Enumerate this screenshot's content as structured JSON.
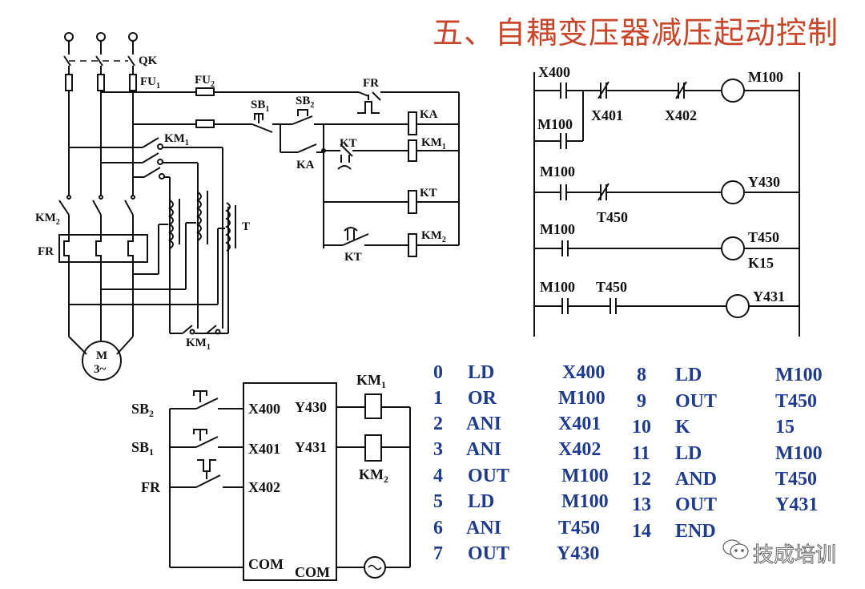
{
  "title": "五、自耦变压器减压起动控制",
  "main_circuit": {
    "labels": {
      "qk": "QK",
      "fu1": "FU",
      "fu1_sub": "1",
      "fu2": "FU",
      "fu2_sub": "2",
      "km1_top": "KM",
      "km1_top_sub": "1",
      "km2": "KM",
      "km2_sub": "2",
      "fr": "FR",
      "t": "T",
      "km1_bottom": "KM",
      "km1_bottom_sub": "1",
      "motor_m": "M",
      "motor_phase": "3~"
    }
  },
  "control_circuit": {
    "labels": {
      "sb1": "SB",
      "sb1_sub": "1",
      "sb2": "SB",
      "sb2_sub": "2",
      "fr": "FR",
      "ka_coil": "KA",
      "km1_coil": "KM",
      "km1_coil_sub": "1",
      "kt_contact_upper": "KT",
      "ka_contact": "KA",
      "kt_coil": "KT",
      "km2_coil": "KM",
      "km2_coil_sub": "2",
      "kt_contact_lower": "KT"
    }
  },
  "ladder": {
    "rungs": [
      {
        "contacts": [
          "X400",
          "X401",
          "X402"
        ],
        "parallel": "M100",
        "coil": "M100"
      },
      {
        "contacts": [
          "M100",
          "T450"
        ],
        "coil": "Y430"
      },
      {
        "contacts": [
          "M100"
        ],
        "coil": "T450",
        "coil_const": "K15"
      },
      {
        "contacts": [
          "M100",
          "T450"
        ],
        "coil": "Y431"
      }
    ]
  },
  "plc_wiring": {
    "inputs": [
      {
        "device": "SB",
        "sub": "2",
        "terminal": "X400"
      },
      {
        "device": "SB",
        "sub": "1",
        "terminal": "X401"
      },
      {
        "device": "FR",
        "sub": "",
        "terminal": "X402"
      }
    ],
    "outputs": [
      {
        "terminal": "Y430",
        "load": "KM",
        "sub": "1"
      },
      {
        "terminal": "Y431",
        "load": "KM",
        "sub": "2"
      }
    ],
    "com_in": "COM",
    "com_out": "COM"
  },
  "program": {
    "left": [
      {
        "step": "0",
        "op": "LD",
        "operand": "X400"
      },
      {
        "step": "1",
        "op": "OR",
        "operand": "M100"
      },
      {
        "step": "2",
        "op": "ANI",
        "operand": "X401"
      },
      {
        "step": "3",
        "op": "ANI",
        "operand": "X402"
      },
      {
        "step": "4",
        "op": "OUT",
        "operand": "M100"
      },
      {
        "step": "5",
        "op": "LD",
        "operand": "M100"
      },
      {
        "step": "6",
        "op": "ANI",
        "operand": "T450"
      },
      {
        "step": "7",
        "op": "OUT",
        "operand": "Y430"
      }
    ],
    "right": [
      {
        "step": "8",
        "op": "LD",
        "operand": "M100"
      },
      {
        "step": "9",
        "op": "OUT",
        "operand": "T450"
      },
      {
        "step": "10",
        "op": "K",
        "operand": "15"
      },
      {
        "step": "11",
        "op": "LD",
        "operand": "M100"
      },
      {
        "step": "12",
        "op": "AND",
        "operand": "T450"
      },
      {
        "step": "13",
        "op": "OUT",
        "operand": "Y431"
      },
      {
        "step": "14",
        "op": "END",
        "operand": ""
      }
    ]
  },
  "watermark": "技成培训",
  "colors": {
    "title": "#c8462c",
    "code": "#1f3b8c",
    "line": "#111111"
  }
}
